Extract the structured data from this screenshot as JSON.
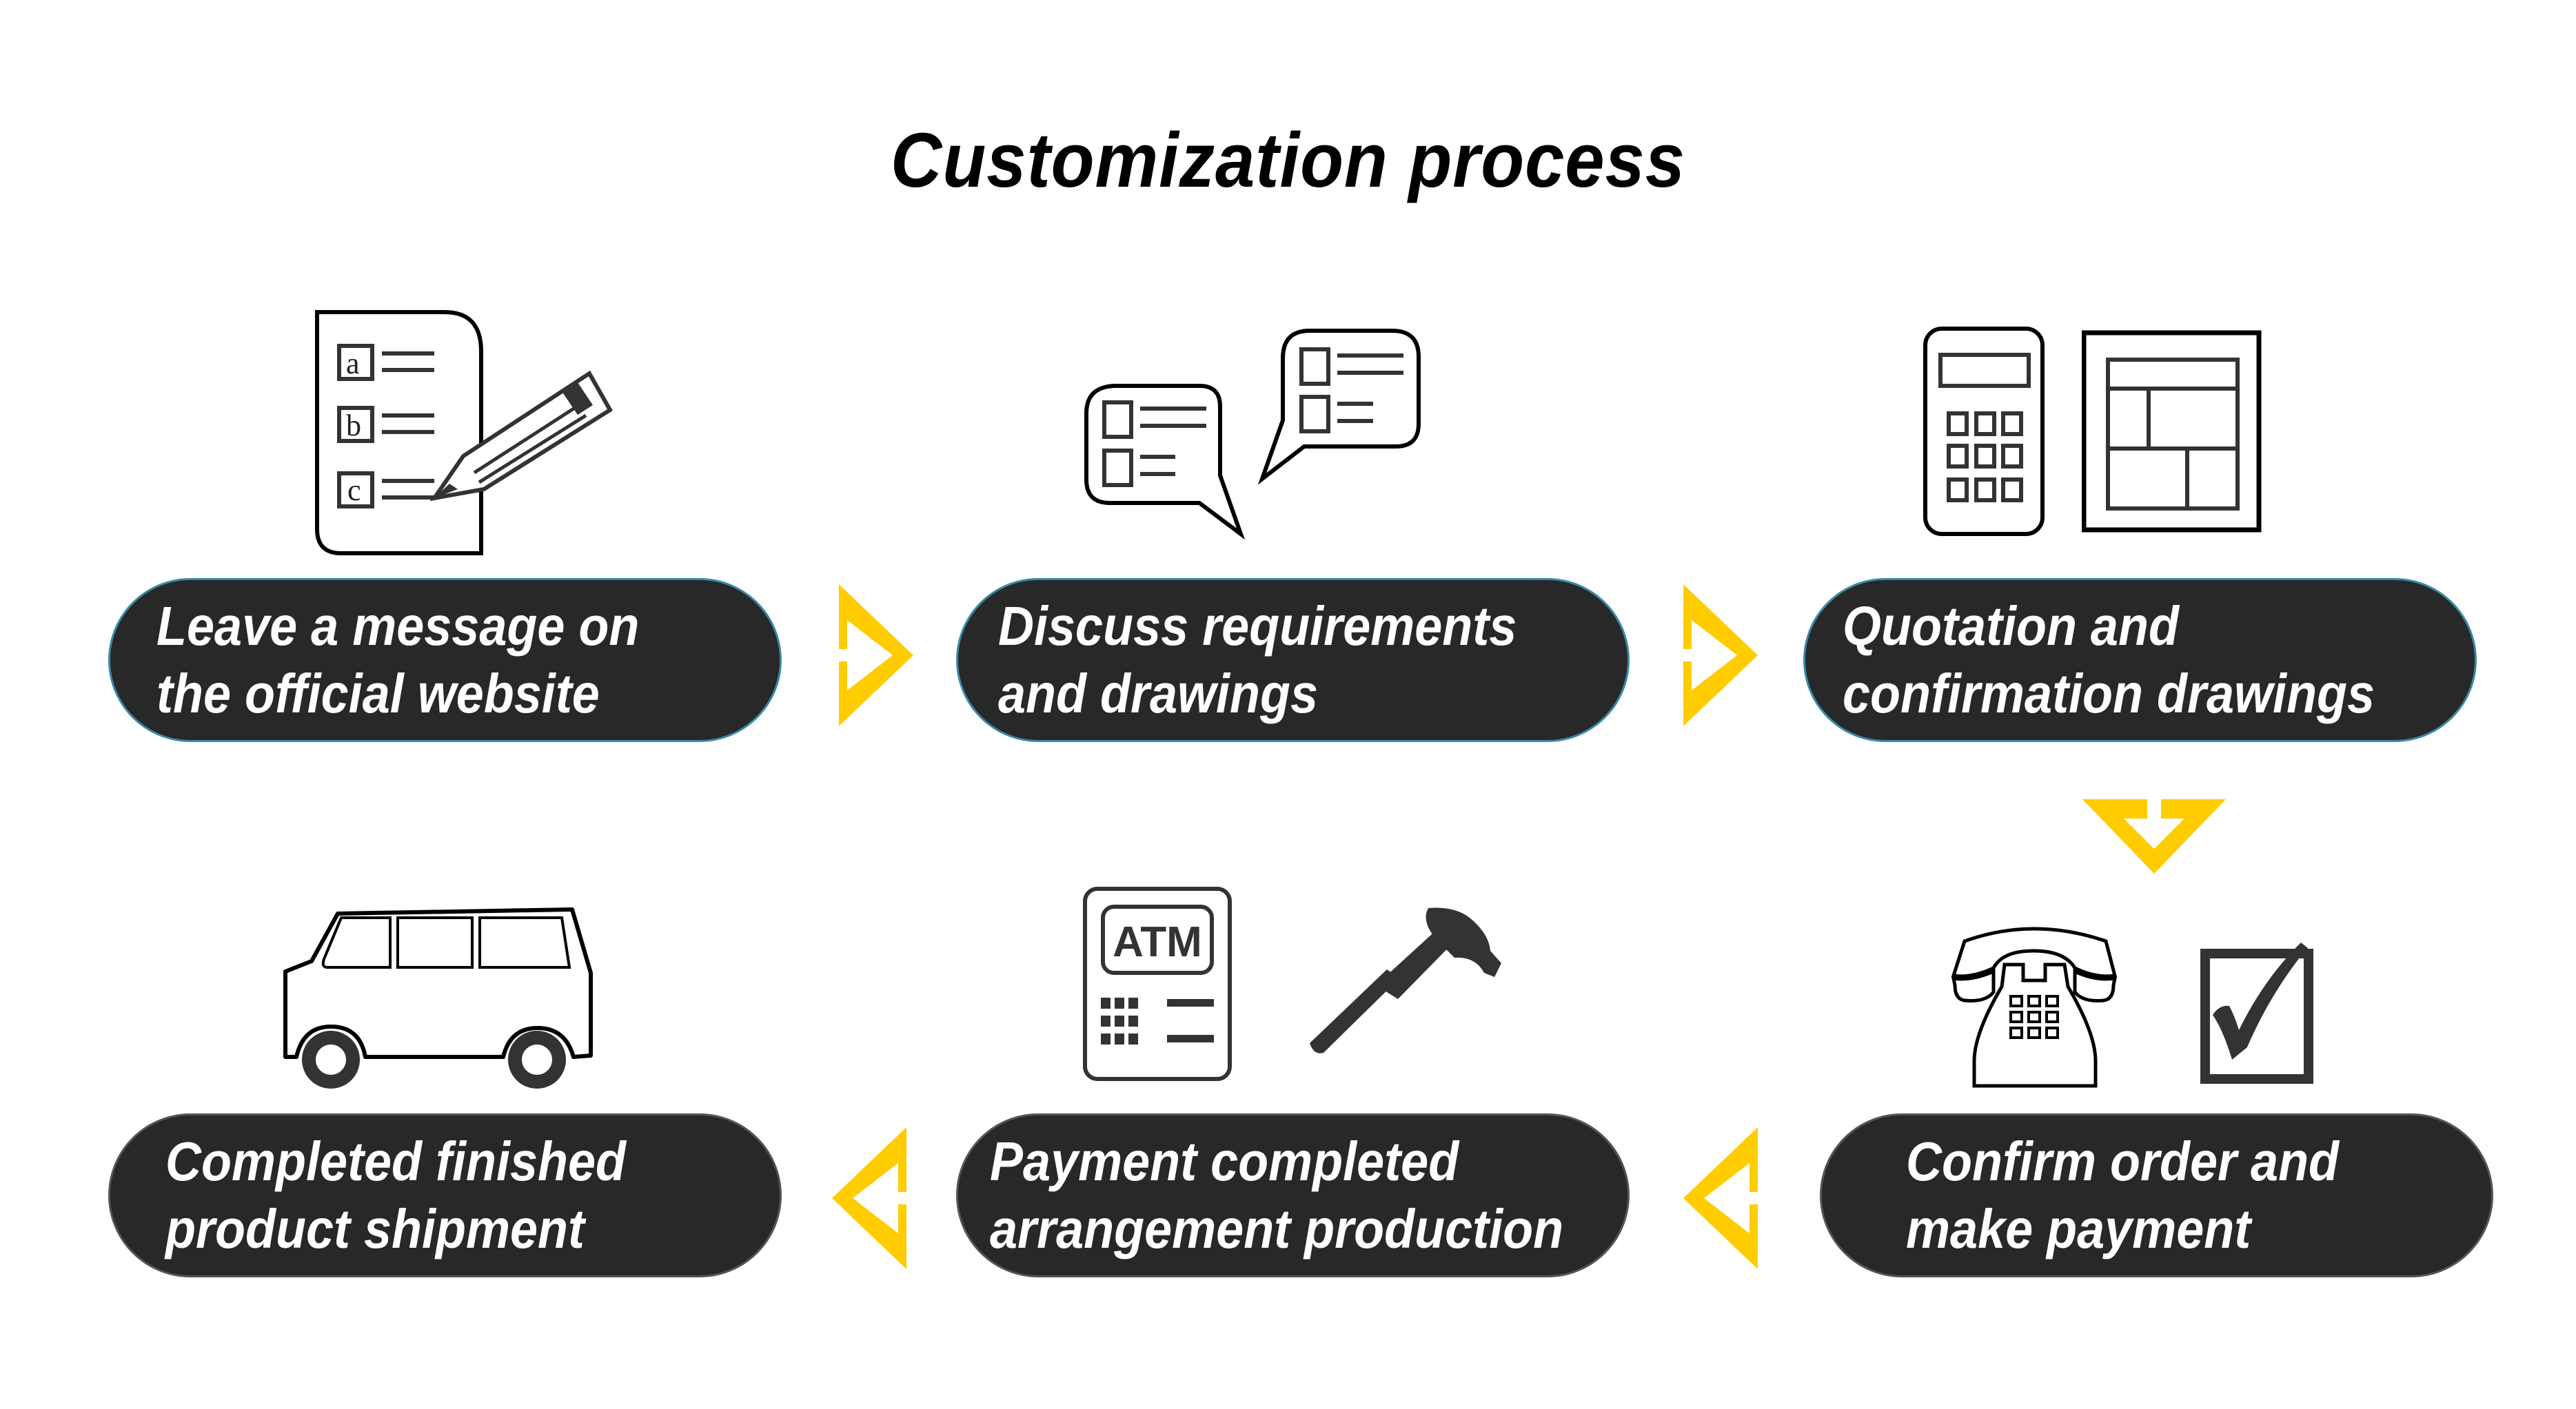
{
  "title": "Customization process",
  "colors": {
    "pill": "#282828",
    "arrow": "#FFCC00",
    "icon_stroke": "#000000",
    "text": "#FFFFFF"
  },
  "steps": [
    {
      "lines": [
        "Leave a message on",
        "the official website"
      ],
      "icon": [
        "questionnaire-icon",
        "pencil-icon"
      ]
    },
    {
      "lines": [
        "Discuss requirements",
        "and drawings"
      ],
      "icon": [
        "chat-bubbles-icon"
      ]
    },
    {
      "lines": [
        "Quotation and",
        "confirmation drawings"
      ],
      "icon": [
        "calculator-icon",
        "blueprint-icon"
      ]
    },
    {
      "lines": [
        "Confirm order and",
        "make payment"
      ],
      "icon": [
        "telephone-icon",
        "checkbox-icon"
      ]
    },
    {
      "lines": [
        "Payment completed",
        "arrangement production"
      ],
      "icon": [
        "atm-icon",
        "hammer-icon"
      ]
    },
    {
      "lines": [
        "Completed finished",
        "product shipment"
      ],
      "icon": [
        "van-icon"
      ]
    }
  ],
  "icon_text": {
    "atm": "ATM",
    "options": [
      "a",
      "b",
      "c"
    ]
  }
}
